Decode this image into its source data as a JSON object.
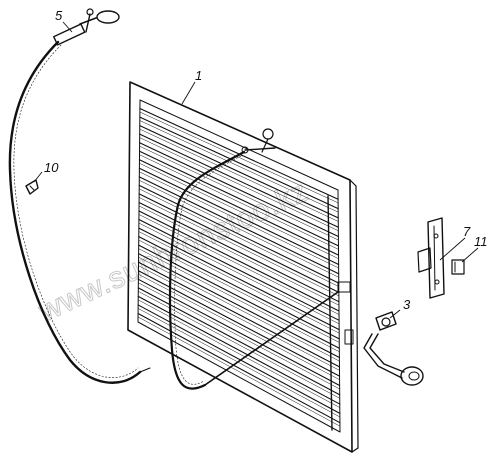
{
  "diagram": {
    "watermark": "www.sunhronstoo.kz",
    "callouts": [
      {
        "id": "c1",
        "text": "1"
      },
      {
        "id": "c3",
        "text": "3"
      },
      {
        "id": "c5",
        "text": "5"
      },
      {
        "id": "c7",
        "text": "7"
      },
      {
        "id": "c10",
        "text": "10"
      },
      {
        "id": "c11",
        "text": "11"
      }
    ],
    "parts": [
      {
        "callout": "1",
        "name": "louver-shutter-assembly"
      },
      {
        "callout": "3",
        "name": "mounting-bracket"
      },
      {
        "callout": "5",
        "name": "control-cable-with-handle"
      },
      {
        "callout": "7",
        "name": "cable-bracket-plate"
      },
      {
        "callout": "10",
        "name": "cable-clip"
      },
      {
        "callout": "11",
        "name": "cable-clamp"
      }
    ],
    "colors": {
      "ink": "#111111",
      "watermark": "#c8c8c8",
      "background": "#ffffff"
    }
  }
}
